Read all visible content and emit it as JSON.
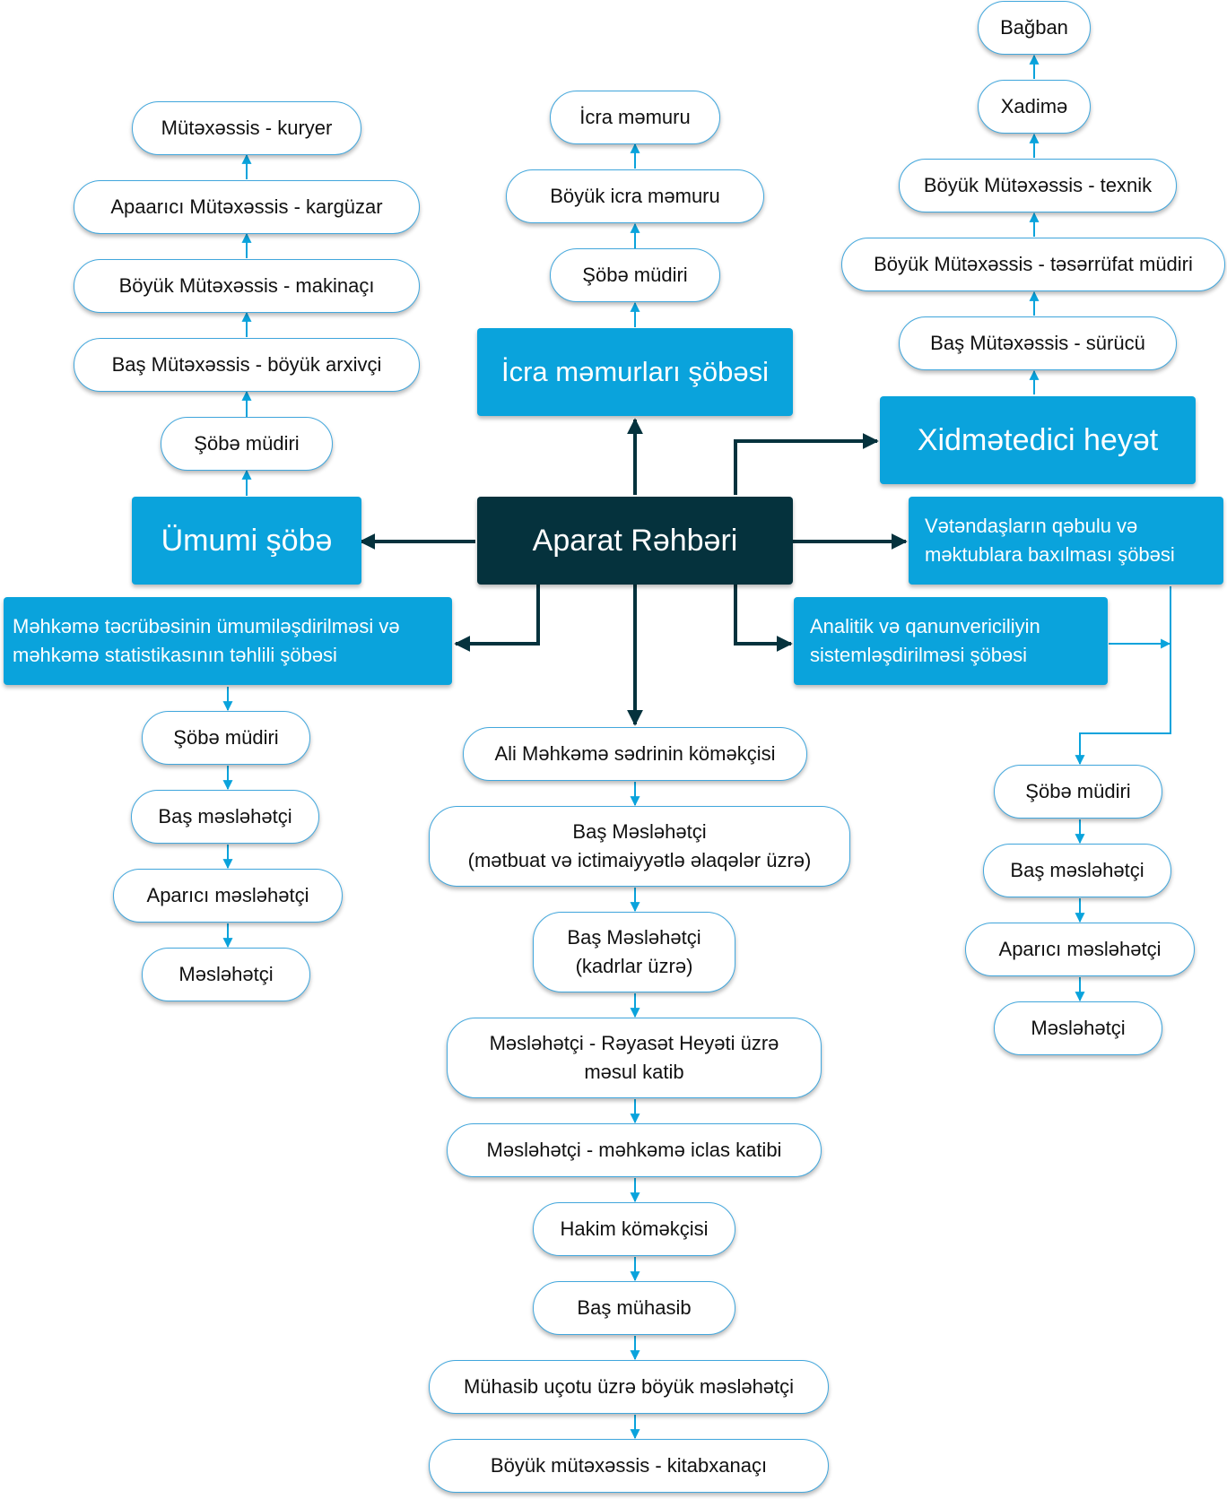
{
  "colors": {
    "root_fill": "#05323d",
    "department_fill": "#0aa3dc",
    "position_border": "#42a7dd",
    "connector_main": "#05323d",
    "connector_sub": "#0aa3dc"
  },
  "root": {
    "label": "Aparat Rəhbəri"
  },
  "departments": {
    "icra": {
      "label": "İcra məmurları şöbəsi",
      "positions": [
        "Şöbə müdiri",
        "Böyük icra məmuru",
        "İcra məmuru"
      ]
    },
    "umumi": {
      "label": "Ümumi şöbə",
      "positions": [
        "Şöbə müdiri",
        "Baş Mütəxəssis - böyük arxivçi",
        "Böyük Mütəxəssis - makinaçı",
        "Apaarıcı Mütəxəssis - kargüzar",
        "Mütəxəssis - kuryer"
      ]
    },
    "xidmet": {
      "label": "Xidmətedici heyət",
      "positions": [
        "Baş Mütəxəssis - sürücü",
        "Böyük Mütəxəssis - təsərrüfat müdiri",
        "Böyük Mütəxəssis - texnik",
        "Xadimə",
        "Bağban"
      ]
    },
    "vetendas": {
      "label": "Vətəndaşların qəbulu və\nməktublara baxılması şöbəsi",
      "positions": [
        "Şöbə müdiri",
        "Baş məsləhətçi",
        "Aparıcı məsləhətçi",
        "Məsləhətçi"
      ]
    },
    "analitik": {
      "label": "Analitik və qanunvericiliyin\nsistemləşdirilməsi şöbəsi"
    },
    "mehkeme": {
      "label": "Məhkəmə təcrübəsinin ümumiləşdirilməsi və\nməhkəmə statistikasının təhlili şöbəsi",
      "positions": [
        "Şöbə müdiri",
        "Baş məsləhətçi",
        "Aparıcı məsləhətçi",
        "Məsləhətçi"
      ]
    }
  },
  "direct_chain": [
    "Ali Məhkəmə sədrinin köməkçisi",
    "Baş Məsləhətçi\n(mətbuat və ictimaiyyətlə əlaqələr üzrə)",
    "Baş Məsləhətçi\n(kadrlar üzrə)",
    "Məsləhətçi - Rəyasət Heyəti üzrə\nməsul katib",
    "Məsləhətçi - məhkəmə iclas katibi",
    "Hakim köməkçisi",
    "Baş mühasib",
    "Mühasib uçotu üzrə böyük məsləhətçi",
    "Böyük mütəxəssis - kitabxanaçı"
  ]
}
